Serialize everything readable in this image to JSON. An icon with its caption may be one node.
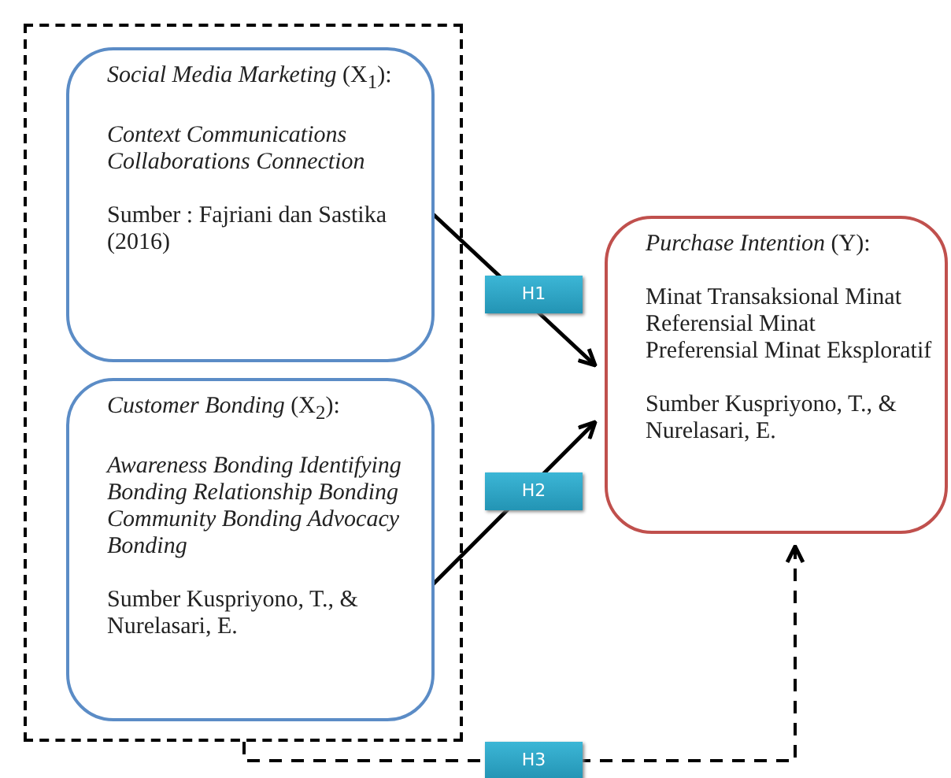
{
  "diagram": {
    "nodes": [
      {
        "text": [],
        "shape": "box"
      },
      {
        "text": [
          "*Social Media Marketing* (X$_{1}$):",
          "*Context Communications Collaborations Connection*",
          "Sumber : Fajriani dan Sastika (2016)"
        ],
        "in": 0
      },
      {
        "text": [
          "*Customer Bonding* (X$_{2}$):",
          "*Awareness Bonding Identifying Bonding Relationship Bonding Community Bonding Advocacy Bonding*",
          "Sumber Kuspriyono, T., & Nurelasari, E."
        ],
        "in": 0
      },
      {
        "text": [
          "*Purchase Intention* (Y):",
          "Minat Transaksional Minat Referensial Minat Preferensial Minat Eksploratif",
          "Sumber Kuspriyono, T., & Nurelasari, E."
        ]
      }
    ],
    "edges": [
      {
        "from": 1,
        "to": 3,
        "arrow": "to",
        "label": "H1"
      },
      {
        "from": 2,
        "to": 3,
        "arrow": "to",
        "label": "H2"
      },
      {
        "from": 0,
        "to": 3,
        "arrow": "to",
        "label": "H3",
        "style": "dashed"
      }
    ]
  }
}
